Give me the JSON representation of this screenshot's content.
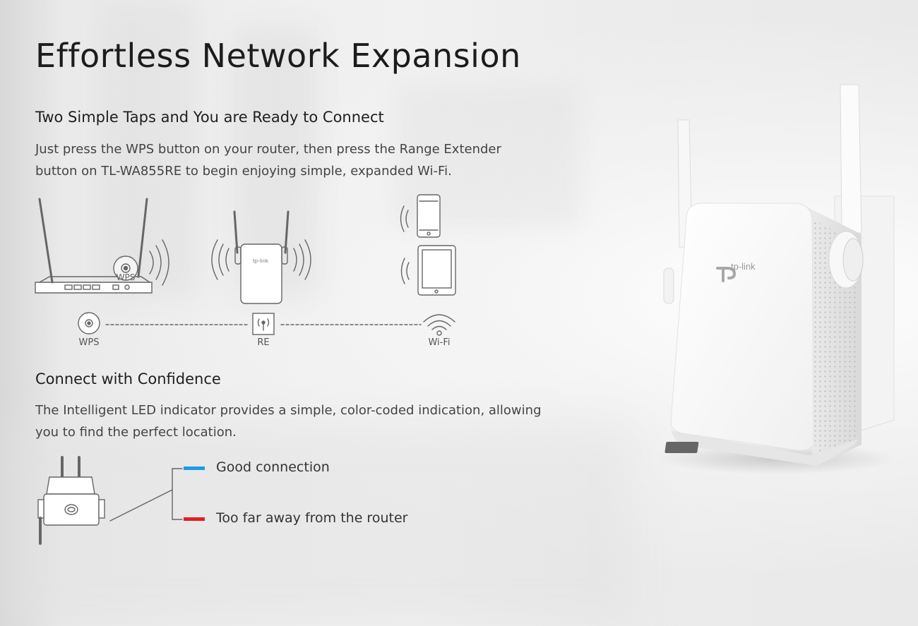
{
  "heading": "Effortless Network Expansion",
  "section1": {
    "title": "Two Simple Taps and You are Ready to Connect",
    "body_line1": "Just press the WPS button on your router, then press the Range Extender",
    "body_line2": "button on TL-WA855RE to begin enjoying simple, expanded Wi-Fi."
  },
  "diagram1": {
    "wps_on_router": "WPS",
    "step_wps": "WPS",
    "step_re": "RE",
    "step_wifi": "Wi-Fi"
  },
  "section2": {
    "title": "Connect with Confidence",
    "body_line1": "The Intelligent LED indicator provides a simple, color-coded indication, allowing",
    "body_line2": "you to find the perfect location."
  },
  "led_legend": {
    "good": "Good connection",
    "good_color": "#1e9be3",
    "far": "Too far away from the router",
    "far_color": "#e02020"
  },
  "product": {
    "brand": "tp-link"
  }
}
